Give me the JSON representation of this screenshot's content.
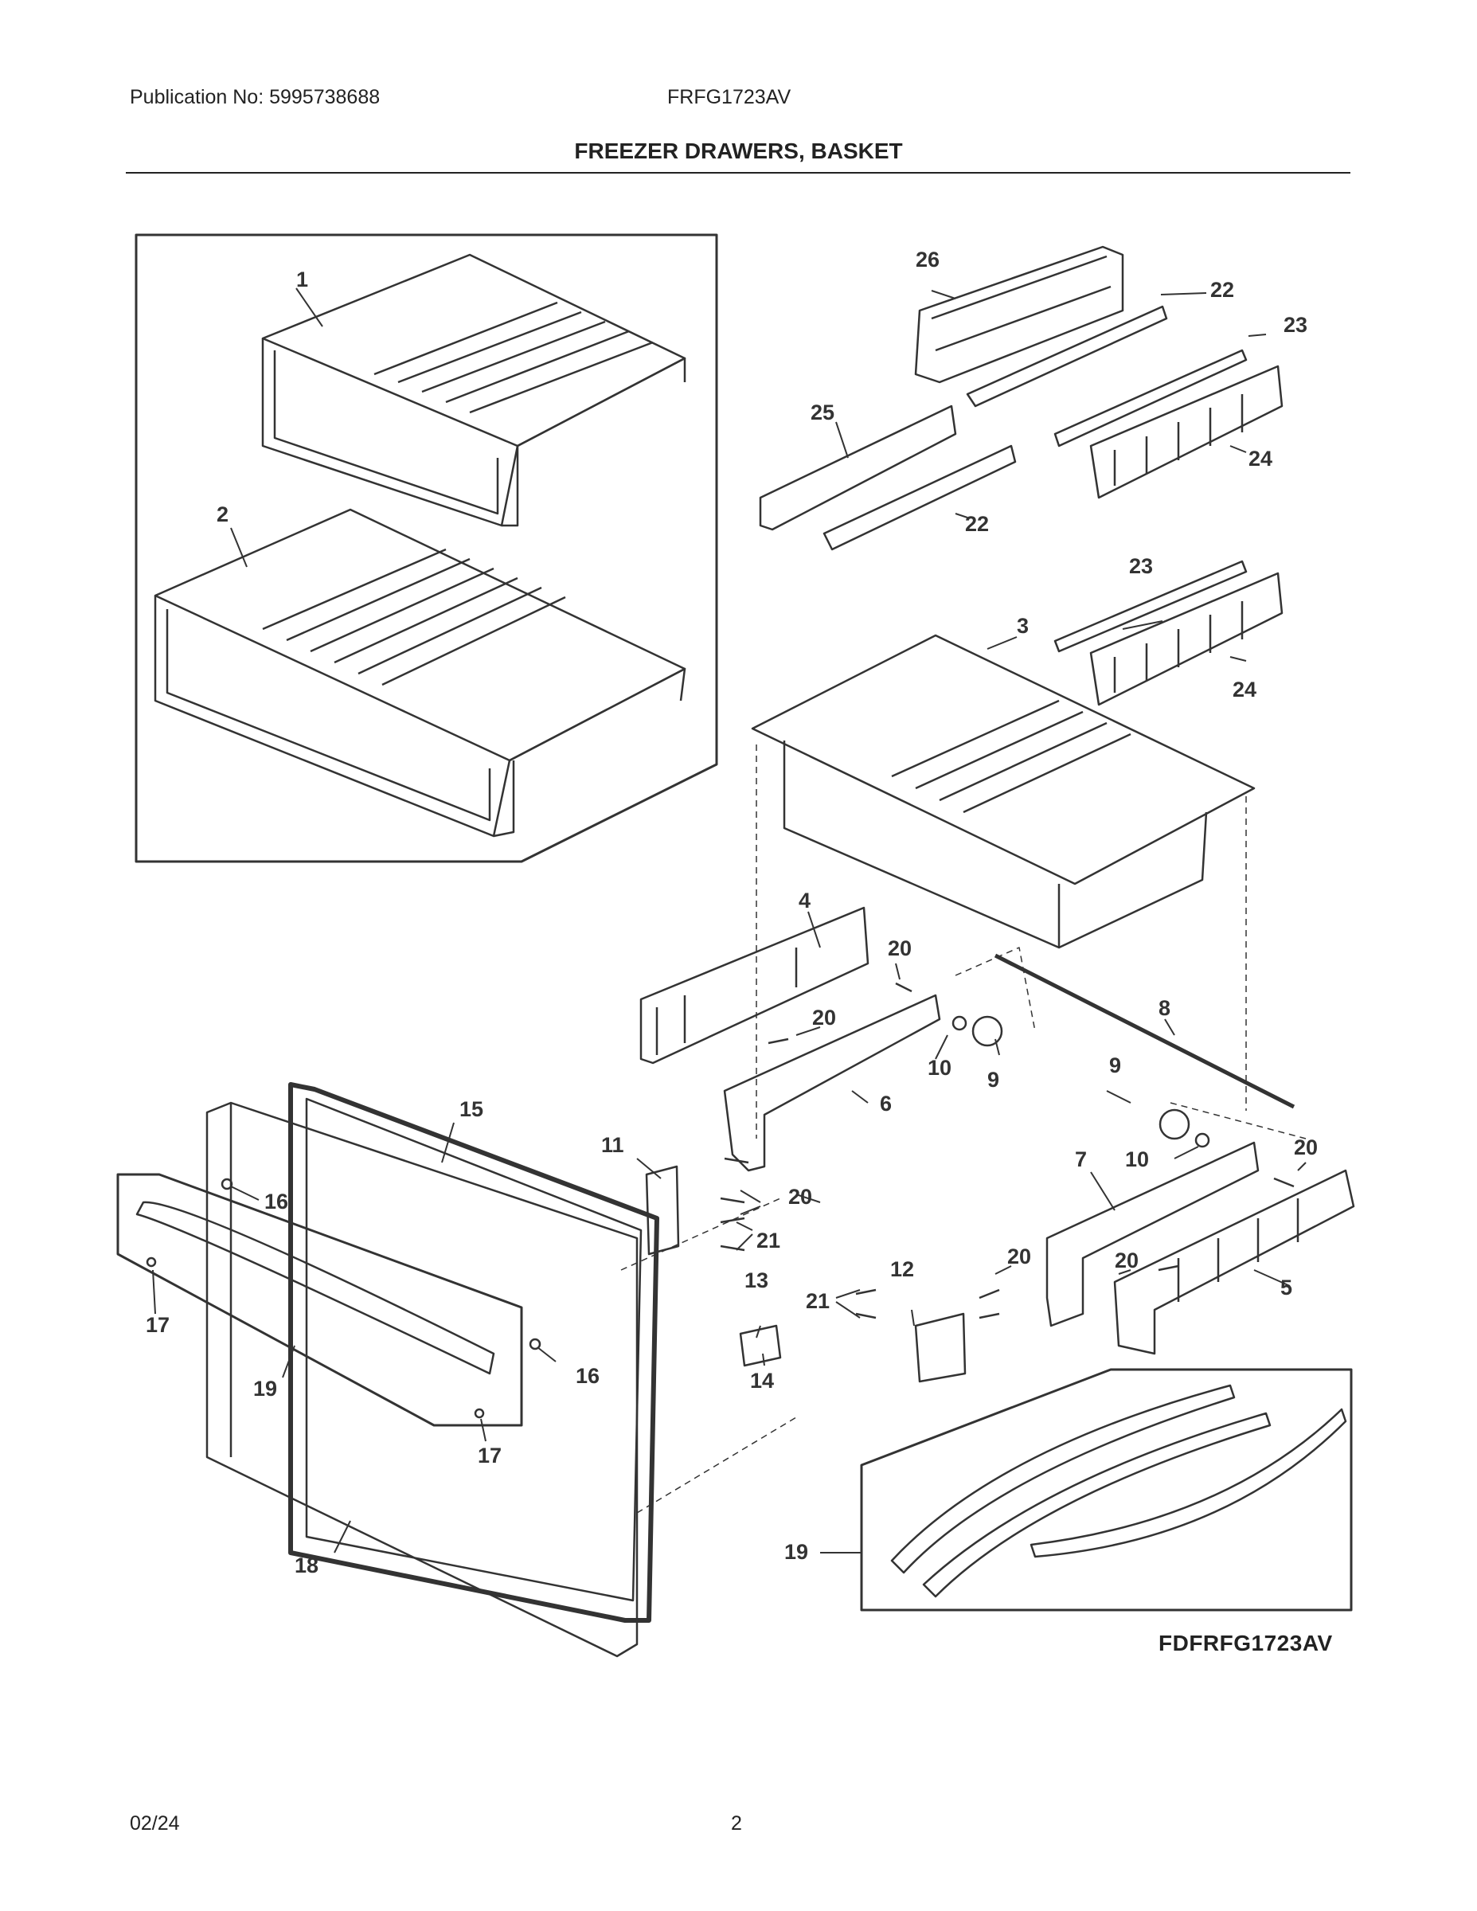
{
  "header": {
    "publication": "Publication No: 5995738688",
    "model": "FRFG1723AV"
  },
  "title": "FREEZER DRAWERS, BASKET",
  "diagram": {
    "code": "FDFRFG1723AV",
    "labels": [
      {
        "id": "1",
        "text": "1"
      },
      {
        "id": "2",
        "text": "2"
      },
      {
        "id": "3",
        "text": "3"
      },
      {
        "id": "4",
        "text": "4"
      },
      {
        "id": "5",
        "text": "5"
      },
      {
        "id": "6",
        "text": "6"
      },
      {
        "id": "7",
        "text": "7"
      },
      {
        "id": "8",
        "text": "8"
      },
      {
        "id": "9a",
        "text": "9"
      },
      {
        "id": "9b",
        "text": "9"
      },
      {
        "id": "10a",
        "text": "10"
      },
      {
        "id": "10b",
        "text": "10"
      },
      {
        "id": "11",
        "text": "11"
      },
      {
        "id": "12",
        "text": "12"
      },
      {
        "id": "13",
        "text": "13"
      },
      {
        "id": "14",
        "text": "14"
      },
      {
        "id": "15",
        "text": "15"
      },
      {
        "id": "16a",
        "text": "16"
      },
      {
        "id": "16b",
        "text": "16"
      },
      {
        "id": "17a",
        "text": "17"
      },
      {
        "id": "17b",
        "text": "17"
      },
      {
        "id": "18",
        "text": "18"
      },
      {
        "id": "19a",
        "text": "19"
      },
      {
        "id": "19b",
        "text": "19"
      },
      {
        "id": "20a",
        "text": "20"
      },
      {
        "id": "20b",
        "text": "20"
      },
      {
        "id": "20c",
        "text": "20"
      },
      {
        "id": "20d",
        "text": "20"
      },
      {
        "id": "20e",
        "text": "20"
      },
      {
        "id": "20f",
        "text": "20"
      },
      {
        "id": "21a",
        "text": "21"
      },
      {
        "id": "21b",
        "text": "21"
      },
      {
        "id": "22a",
        "text": "22"
      },
      {
        "id": "22b",
        "text": "22"
      },
      {
        "id": "23a",
        "text": "23"
      },
      {
        "id": "23b",
        "text": "23"
      },
      {
        "id": "24a",
        "text": "24"
      },
      {
        "id": "24b",
        "text": "24"
      },
      {
        "id": "25",
        "text": "25"
      },
      {
        "id": "26",
        "text": "26"
      }
    ]
  },
  "footer": {
    "date": "02/24",
    "page": "2"
  }
}
